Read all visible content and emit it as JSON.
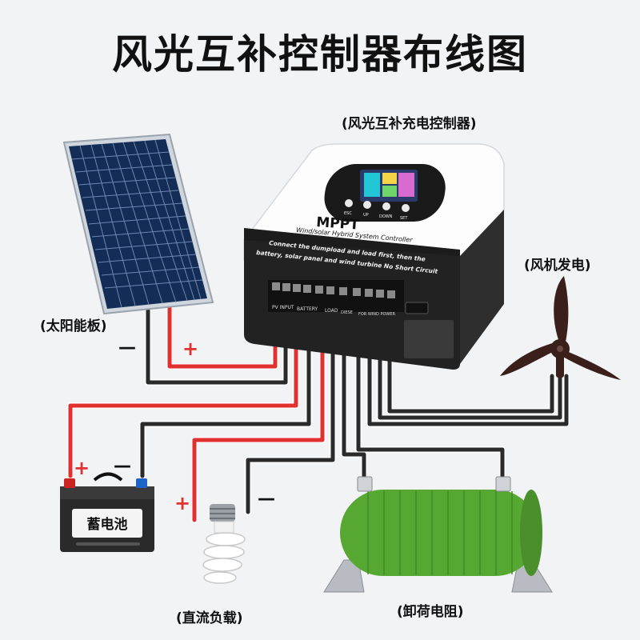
{
  "title": "风光互补控制器布线图",
  "labels": {
    "controller": "(风光互补充电控制器)",
    "solar_panel": "(太阳能板)",
    "wind_turbine": "(风机发电)",
    "battery": "蓄电池",
    "dc_load": "(直流负载)",
    "dump_resistor": "(卸荷电阻)"
  },
  "controller": {
    "brand": "MPPT",
    "subtitle": "Wind/solar Hybrid System Controller",
    "warning_line1": "Connect the dumpload and load first,  then the",
    "warning_line2": "battery, solar panel and wind turbine No Short Circuit",
    "buttons": [
      "ESC",
      "UP",
      "DOWN",
      "SET"
    ],
    "terminal_labels": [
      "PV INPUT",
      "BATTERY",
      "LOAD",
      "DIESE",
      "FOR WIND POWER"
    ]
  },
  "signs": {
    "solar_minus": "—",
    "solar_plus": "+",
    "battery_plus": "+",
    "battery_minus": "—",
    "load_plus": "+",
    "load_minus": "—"
  },
  "colors": {
    "positive_wire": "#e03030",
    "negative_wire": "#2a2a2a",
    "resistor_green": "#56a832",
    "controller_body": "#222222"
  }
}
